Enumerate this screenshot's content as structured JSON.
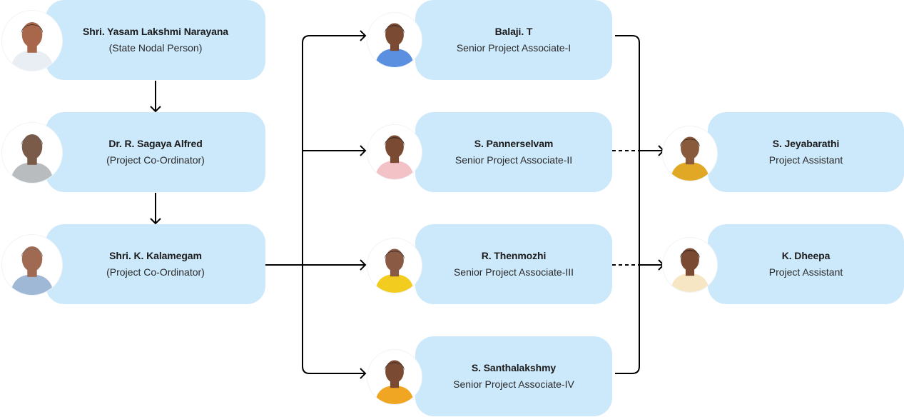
{
  "chart": {
    "title": "",
    "accent_color": "#cce8fb",
    "line_color": "#000000"
  },
  "leadership": [
    {
      "name": "Shri. Yasam Lakshmi Narayana",
      "role": "(State Nodal Person)",
      "shirt": "#e9eef5",
      "skin": "#a8674a",
      "hair": "#1a1a1a"
    },
    {
      "name": "Dr. R. Sagaya Alfred",
      "role": "(Project Co-Ordinator)",
      "shirt": "#b9bcbf",
      "skin": "#7a5a48",
      "hair": "#5c5c5c"
    },
    {
      "name": "Shri. K. Kalamegam",
      "role": "(Project Co-Ordinator)",
      "shirt": "#9fb8d6",
      "skin": "#a06a52",
      "hair": "#6b6b6b"
    }
  ],
  "associates": [
    {
      "name": "Balaji. T",
      "role": "Senior Project Associate-I",
      "shirt": "#5b8fe0",
      "skin": "#7a4a33",
      "hair": "#141414"
    },
    {
      "name": "S. Pannerselvam",
      "role": "Senior Project Associate-II",
      "shirt": "#f3c2c7",
      "skin": "#7a4a33",
      "hair": "#141414"
    },
    {
      "name": "R. Thenmozhi",
      "role": "Senior Project Associate-III",
      "shirt": "#f2cc1e",
      "skin": "#8a5a45",
      "hair": "#1a1a1a"
    },
    {
      "name": "S. Santhalakshmy",
      "role": "Senior Project Associate-IV",
      "shirt": "#f0a623",
      "skin": "#7a4a33",
      "hair": "#1a1a1a"
    }
  ],
  "assistants": [
    {
      "name": "S. Jeyabarathi",
      "role": "Project Assistant",
      "shirt": "#e0a824",
      "skin": "#8a5a3c",
      "hair": "#1a1a1a"
    },
    {
      "name": "K. Dheepa",
      "role": "Project Assistant",
      "shirt": "#f6e6c4",
      "skin": "#7a4a33",
      "hair": "#141414"
    }
  ]
}
